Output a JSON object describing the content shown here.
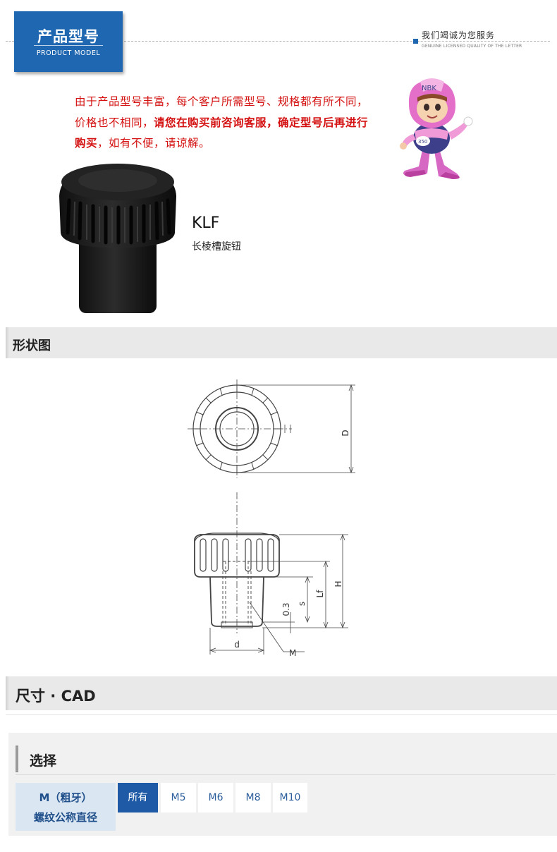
{
  "header": {
    "badge_cn": "产品型号",
    "badge_en": "PRODUCT  MODEL",
    "slogan_cn": "我们竭诚为您服务",
    "slogan_en": "GENUINE LICENSED QUALITY OF THE LETTER"
  },
  "mascot": {
    "cap_text": "NBK",
    "badge_text": "350"
  },
  "notice": {
    "part1": "由于产品型号丰富，每个客户所需型号、规格都有所不同，价格也不相同，",
    "part2_bold": "请您在购买前咨询客服，确定型号后再进行购买",
    "part3": "，如有不便，请谅解。"
  },
  "product": {
    "code": "KLF",
    "name": "长棱槽旋钮"
  },
  "sections": {
    "shape": "形状图",
    "dimensions": "尺寸 · CAD"
  },
  "drawing": {
    "labels": {
      "D": "D",
      "H": "H",
      "Lf": "Lf",
      "s": "s",
      "gap": "0.3",
      "d": "d",
      "M": "M"
    }
  },
  "selection": {
    "title": "选择",
    "param_label_1": "M（粗牙）",
    "param_label_2": "螺纹公称直径",
    "options": [
      {
        "label": "所有",
        "active": true
      },
      {
        "label": "M5",
        "active": false
      },
      {
        "label": "M6",
        "active": false
      },
      {
        "label": "M8",
        "active": false
      },
      {
        "label": "M10",
        "active": false
      }
    ]
  },
  "colors": {
    "accent_blue": "#1f67b0",
    "notice_red": "#d41010",
    "option_active": "#1f5aa6",
    "label_bg": "#dbe6f3"
  }
}
